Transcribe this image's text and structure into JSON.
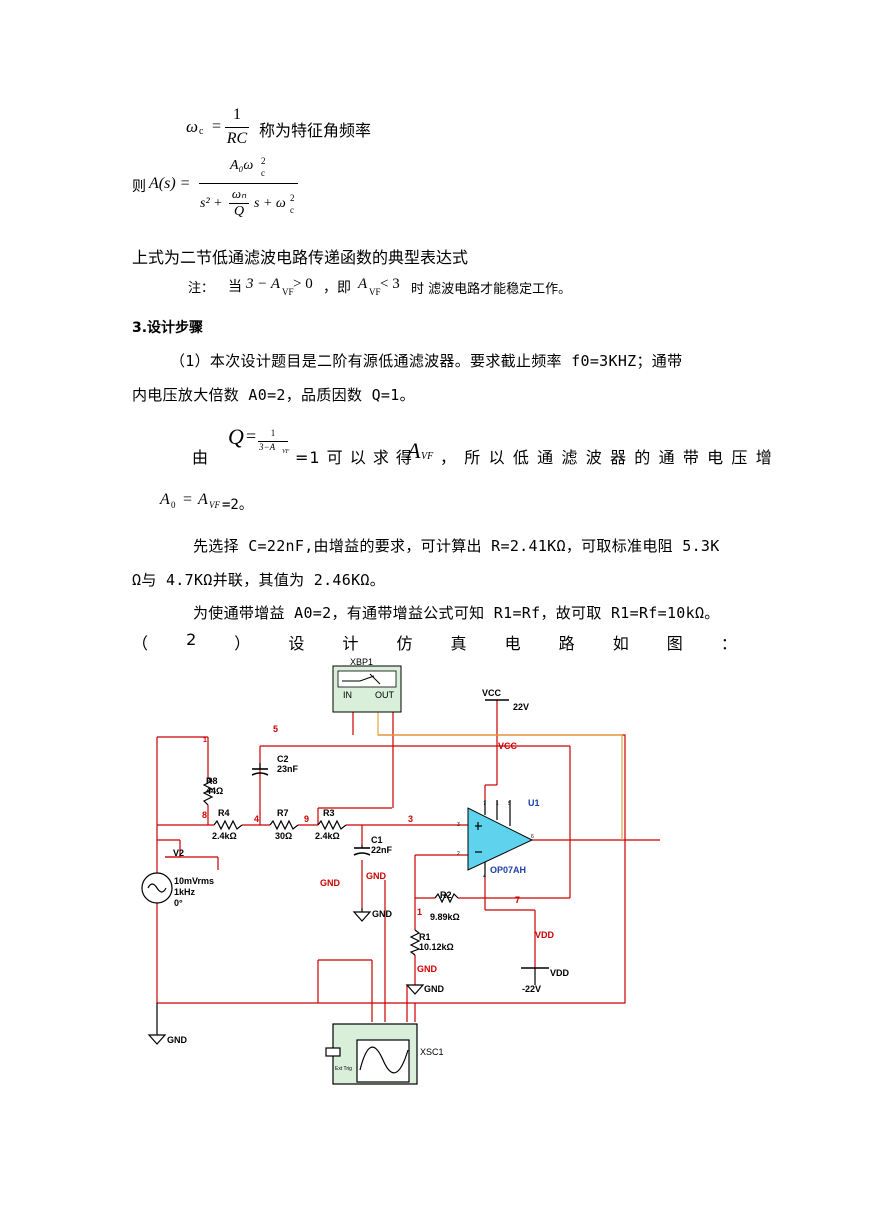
{
  "formula1": {
    "lhs": "ω",
    "lhs_sub": "c",
    "eq": "=",
    "num": "1",
    "den": "RC",
    "desc": "称为特征角频率"
  },
  "formula2": {
    "prefix": "则",
    "lhs": "A(s) =",
    "num": "A₀ω",
    "num_sub": "c",
    "num_sup": "2",
    "den_pre": "s² +",
    "den_frac_num": "ωₙ",
    "den_frac_den": "Q",
    "den_post": "s + ω",
    "den_post_sub": "c",
    "den_post_sup": "2"
  },
  "line_typical": "上式为二节低通滤波电路传递函数的典型表达式",
  "note": {
    "label": "注：",
    "cond1_pre": "当",
    "cond1": "3 − A",
    "cond1_sub": "VF",
    "cond1_post": " > 0",
    "sep": "，即",
    "cond2": "A",
    "cond2_sub": "VF",
    "cond2_post": " < 3",
    "tail": "时 滤波电路才能稳定工作。"
  },
  "heading": "3.设计步骤",
  "para1_line1": "（1）本次设计题目是二阶有源低通滤波器。要求截止频率 f0=3KHZ；通带",
  "para1_line2": "内电压放大倍数 A0=2，品质因数 Q=1。",
  "q_line": {
    "pre": "由",
    "q": "Q",
    "eq": "=",
    "num": "1",
    "den": "3−A",
    "den_sub": "VF",
    "post": "=1 可 以 求 得",
    "avf": "A",
    "avf_sub": "VF",
    "tail": "， 所 以 低 通 滤 波 器 的 通 带 电 压 增"
  },
  "a0_line": {
    "a0": "A",
    "a0_sub": "0",
    "eq": "=",
    "avf": "A",
    "avf_sub": "VF",
    "tail": "=2。"
  },
  "para2_line1": "先选择 C=22nF,由增益的要求，可计算出 R=2.41KΩ，可取标准电阻 5.3K",
  "para2_line2": "Ω与 4.7KΩ并联，其值为 2.46KΩ。",
  "para3": "为使通带增益 A0=2，有通带增益公式可知 R1=Rf，故可取 R1=Rf=10kΩ。",
  "para4_chars": [
    "（",
    "2",
    "）",
    "设",
    "计",
    "仿",
    "真",
    "电",
    "路",
    "如",
    "图",
    "："
  ],
  "circuit": {
    "bode_name": "XBP1",
    "bode_in": "IN",
    "bode_out": "OUT",
    "vcc_label": "VCC",
    "vcc_value": "22V",
    "vcc_net": "VCC",
    "vdd_net": "VDD",
    "vdd_label": "VDD",
    "vdd_value": "-22V",
    "opamp_name": "U1",
    "opamp_model": "OP07AH",
    "r8_name": "R8",
    "r8_value": "44Ω",
    "r4_name": "R4",
    "r4_value": "2.4kΩ",
    "r7_name": "R7",
    "r7_value": "30Ω",
    "r3_name": "R3",
    "r3_value": "2.4kΩ",
    "c2_name": "C2",
    "c2_value": "23nF",
    "c1_name": "C1",
    "c1_value": "22nF",
    "r2_name": "R2",
    "r2_value": "9.89kΩ",
    "r1_name": "R1",
    "r1_value": "10.12kΩ",
    "v2_name": "V2",
    "v2_amp": "10mVrms",
    "v2_freq": "1kHz",
    "v2_phase": "0°",
    "gnd": "GND",
    "scope_name": "XSC1",
    "scope_trig": "Ext Trig",
    "nodes": [
      "5",
      "1",
      "8",
      "4",
      "9",
      "3",
      "1",
      "7"
    ],
    "pin_labels": [
      "7",
      "1",
      "5",
      "3",
      "2",
      "6",
      "4"
    ],
    "colors": {
      "wire": "#cc0000",
      "wire_orange": "#e8a33a",
      "component": "#000000",
      "opamp_fill": "#5fd3ee",
      "opamp_label": "#1c3fa8",
      "instrument_fill": "#d9efd9"
    }
  }
}
